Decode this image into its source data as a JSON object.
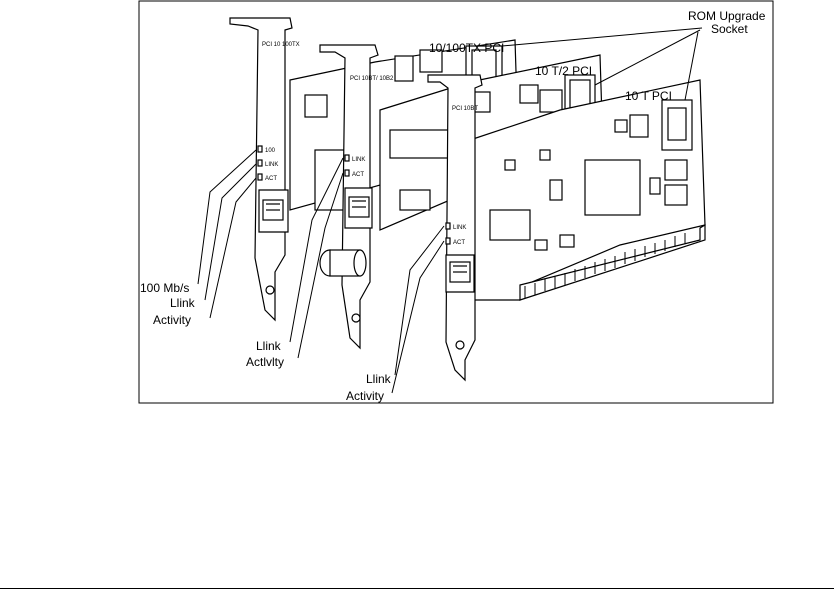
{
  "cards": {
    "card_10_100tx": {
      "title": "10/100TX PCI",
      "bracket_label": "PCI 10 100TX"
    },
    "card_10t2": {
      "title": "10 T/2 PCI",
      "bracket_label": "PCI 10BT/ 10B2"
    },
    "card_10t": {
      "title": "10 T PCI",
      "bracket_label": "PCI 10BT"
    }
  },
  "leds": {
    "led_100": "100",
    "led_link": "LINK",
    "led_act": "ACT"
  },
  "callouts": {
    "rom_line1": "ROM Upgrade",
    "rom_line2": "Socket",
    "card1_speed": "100 Mb/s",
    "card1_link": "Llink",
    "card1_activity": "Activity",
    "card2_link": "Llink",
    "card2_activity": "Actlvlty",
    "card3_link": "Llink",
    "card3_activity": "Activity"
  },
  "colors": {
    "line": "#000000",
    "background": "#ffffff"
  }
}
